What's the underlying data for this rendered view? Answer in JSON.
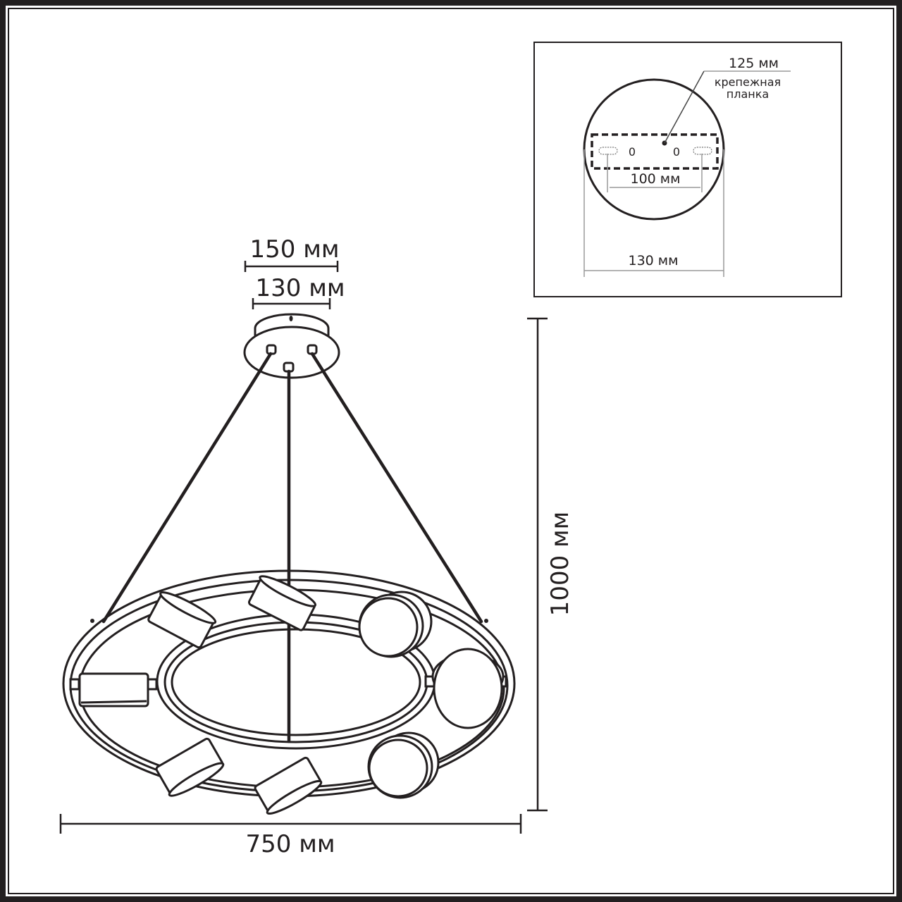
{
  "drawing": {
    "subject": "pendant ring chandelier with adjustable round spotlights",
    "dimensions": {
      "canopy_outer": "150 мм",
      "canopy_inner": "130 мм",
      "total_height": "1000 мм",
      "ring_diameter": "750 мм"
    },
    "inset": {
      "canopy_diameter": "130 мм",
      "bracket_length": "125 мм",
      "bracket_label_line1": "крепежная",
      "bracket_label_line2": "планка",
      "hole_spacing": "100 мм",
      "hole_marks": [
        "0",
        "0"
      ]
    },
    "colors": {
      "line": "#231f20",
      "leader": "#9a9a9a",
      "background": "#ffffff"
    }
  }
}
